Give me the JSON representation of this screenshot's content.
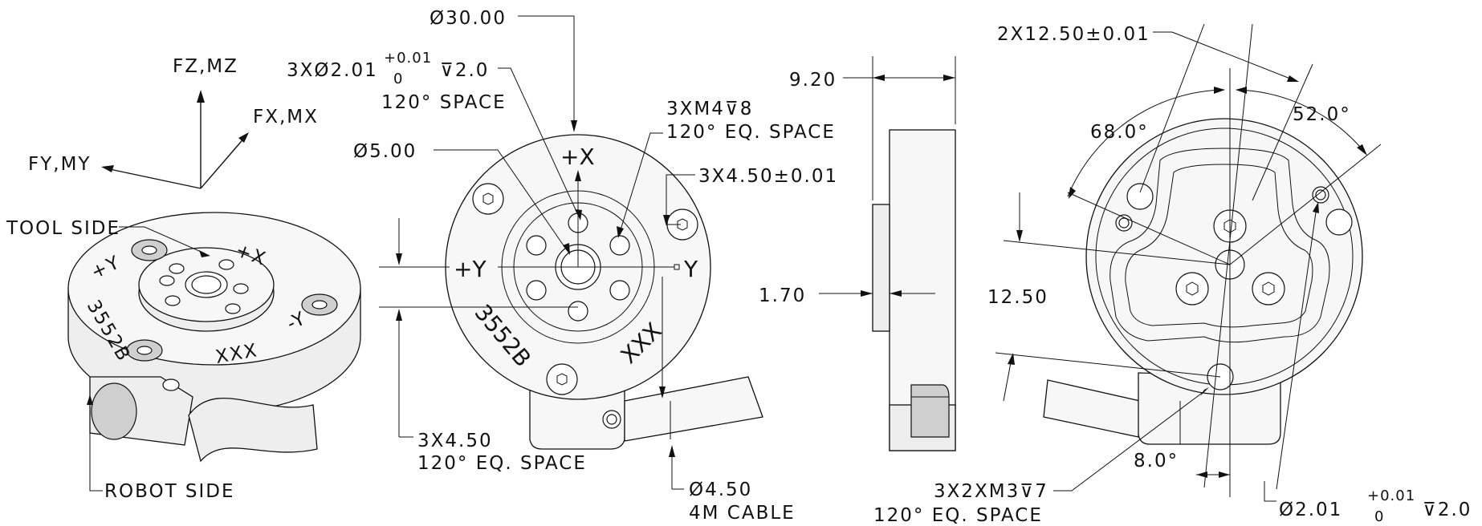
{
  "axes": {
    "fz_mz": "FZ,MZ",
    "fx_mx": "FX,MX",
    "fy_my": "FY,MY"
  },
  "iso_view": {
    "tool_side": "TOOL SIDE",
    "robot_side": "ROBOT SIDE",
    "plus_x": "+X",
    "plus_y": "+Y",
    "minus_y": "-Y",
    "serial": "3552B",
    "mark": "XXX"
  },
  "front_view": {
    "d30": "Ø30.00",
    "hole_callout_main": "3XØ2.01",
    "tol_upper": "+0.01",
    "tol_lower": "0",
    "depth": "⊽2.0",
    "space_120": "120° SPACE",
    "d5": "Ø5.00",
    "m4_callout": "3XM4⊽8",
    "m4_space": "120° EQ. SPACE",
    "d450_tol": "3X4.50±0.01",
    "plus_x": "+X",
    "plus_y": "+Y",
    "y": "Y",
    "serial": "3552B",
    "mark": "XXX",
    "bottom_callout": "3X4.50",
    "bottom_space": "120° EQ. SPACE",
    "cable_dia": "Ø4.50",
    "cable_len": "4M CABLE"
  },
  "side_view": {
    "width": "9.20",
    "step": "1.70"
  },
  "back_view": {
    "spacing": "2X12.50±0.01",
    "angle_68": "68.0°",
    "angle_52": "52.0°",
    "dim_1250": "12.50",
    "angle_8": "8.0°",
    "m3_callout": "3X2XM3⊽7",
    "m3_space": "120° EQ. SPACE",
    "pin_callout": "Ø2.01",
    "pin_tol_upper": "+0.01",
    "pin_tol_lower": "0",
    "pin_depth": "⊽2.0"
  }
}
